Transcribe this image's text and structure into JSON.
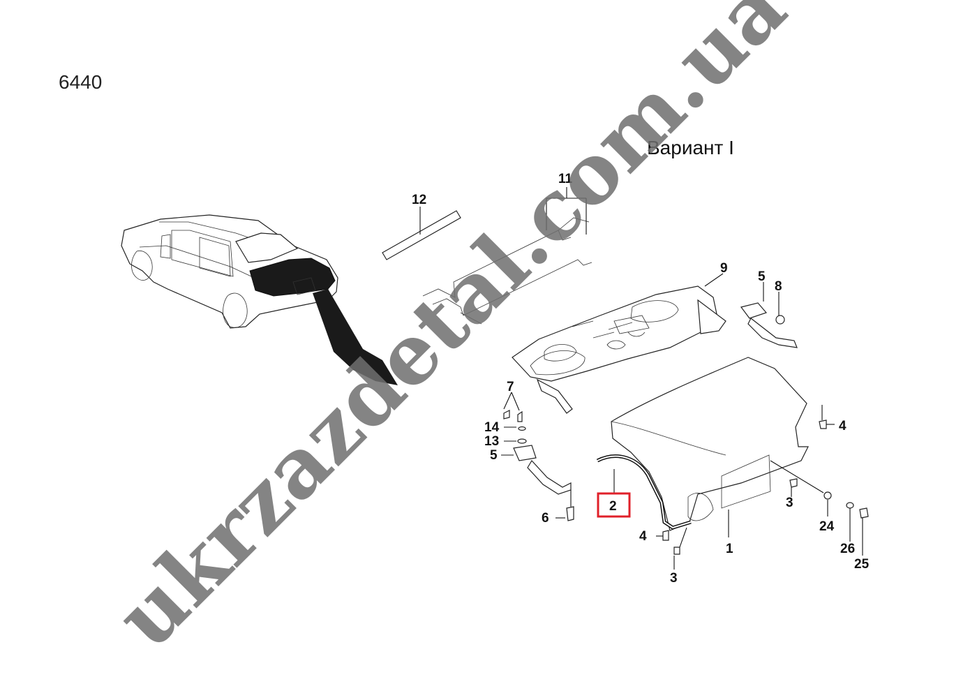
{
  "diagram": {
    "page_code": "6440",
    "variant_label": "Вариант I",
    "watermark": "ukrzazdetal.com.ua",
    "callouts": [
      {
        "id": "c1",
        "text": "1"
      },
      {
        "id": "c2",
        "text": "2",
        "highlighted": true
      },
      {
        "id": "c3a",
        "text": "3"
      },
      {
        "id": "c3b",
        "text": "3"
      },
      {
        "id": "c4a",
        "text": "4"
      },
      {
        "id": "c4b",
        "text": "4"
      },
      {
        "id": "c5a",
        "text": "5"
      },
      {
        "id": "c5b",
        "text": "5"
      },
      {
        "id": "c6",
        "text": "6"
      },
      {
        "id": "c7",
        "text": "7"
      },
      {
        "id": "c8",
        "text": "8"
      },
      {
        "id": "c9",
        "text": "9"
      },
      {
        "id": "c11",
        "text": "11"
      },
      {
        "id": "c12",
        "text": "12"
      },
      {
        "id": "c13",
        "text": "13"
      },
      {
        "id": "c14",
        "text": "14"
      },
      {
        "id": "c24",
        "text": "24"
      },
      {
        "id": "c25",
        "text": "25"
      },
      {
        "id": "c26",
        "text": "26"
      }
    ],
    "highlight_color": "#e0202a"
  }
}
